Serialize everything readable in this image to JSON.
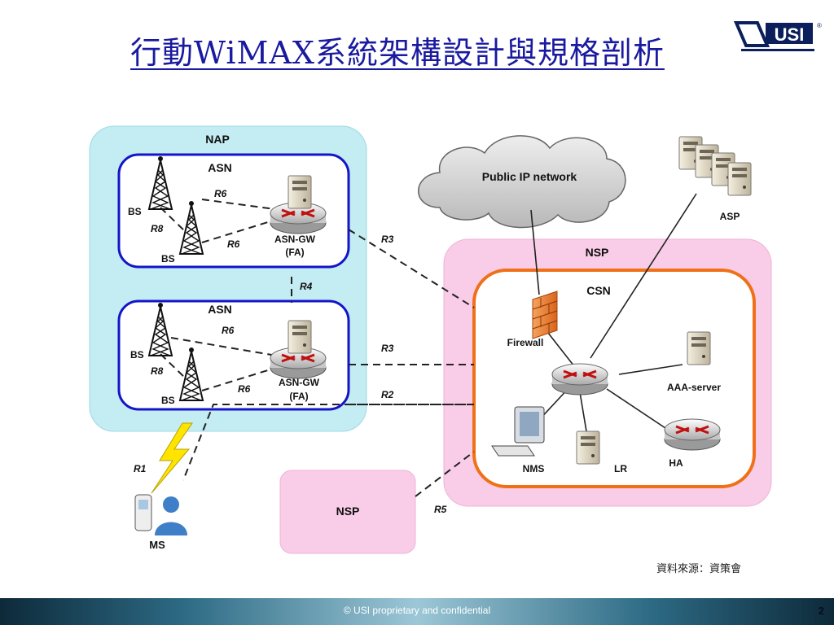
{
  "title": "行動WiMAX系統架構設計與規格剖析",
  "logo": {
    "text": "USI",
    "mark": "®"
  },
  "diagram": {
    "nap": "NAP",
    "asn_top": "ASN",
    "asn_bottom": "ASN",
    "bs": "BS",
    "asn_gw": "ASN-GW",
    "fa": "(FA)",
    "nsp_main": "NSP",
    "csn": "CSN",
    "nsp_small": "NSP",
    "public_ip": "Public IP network",
    "asp": "ASP",
    "firewall": "Firewall",
    "aaa": "AAA-server",
    "nms": "NMS",
    "lr": "LR",
    "ha": "HA",
    "ms": "MS",
    "r1": "R1",
    "r2": "R2",
    "r3": "R3",
    "r4": "R4",
    "r5": "R5",
    "r6": "R6",
    "r8": "R8"
  },
  "source_note": "資料來源：資策會",
  "footer": "© USI proprietary and confidential",
  "page_number": "2"
}
